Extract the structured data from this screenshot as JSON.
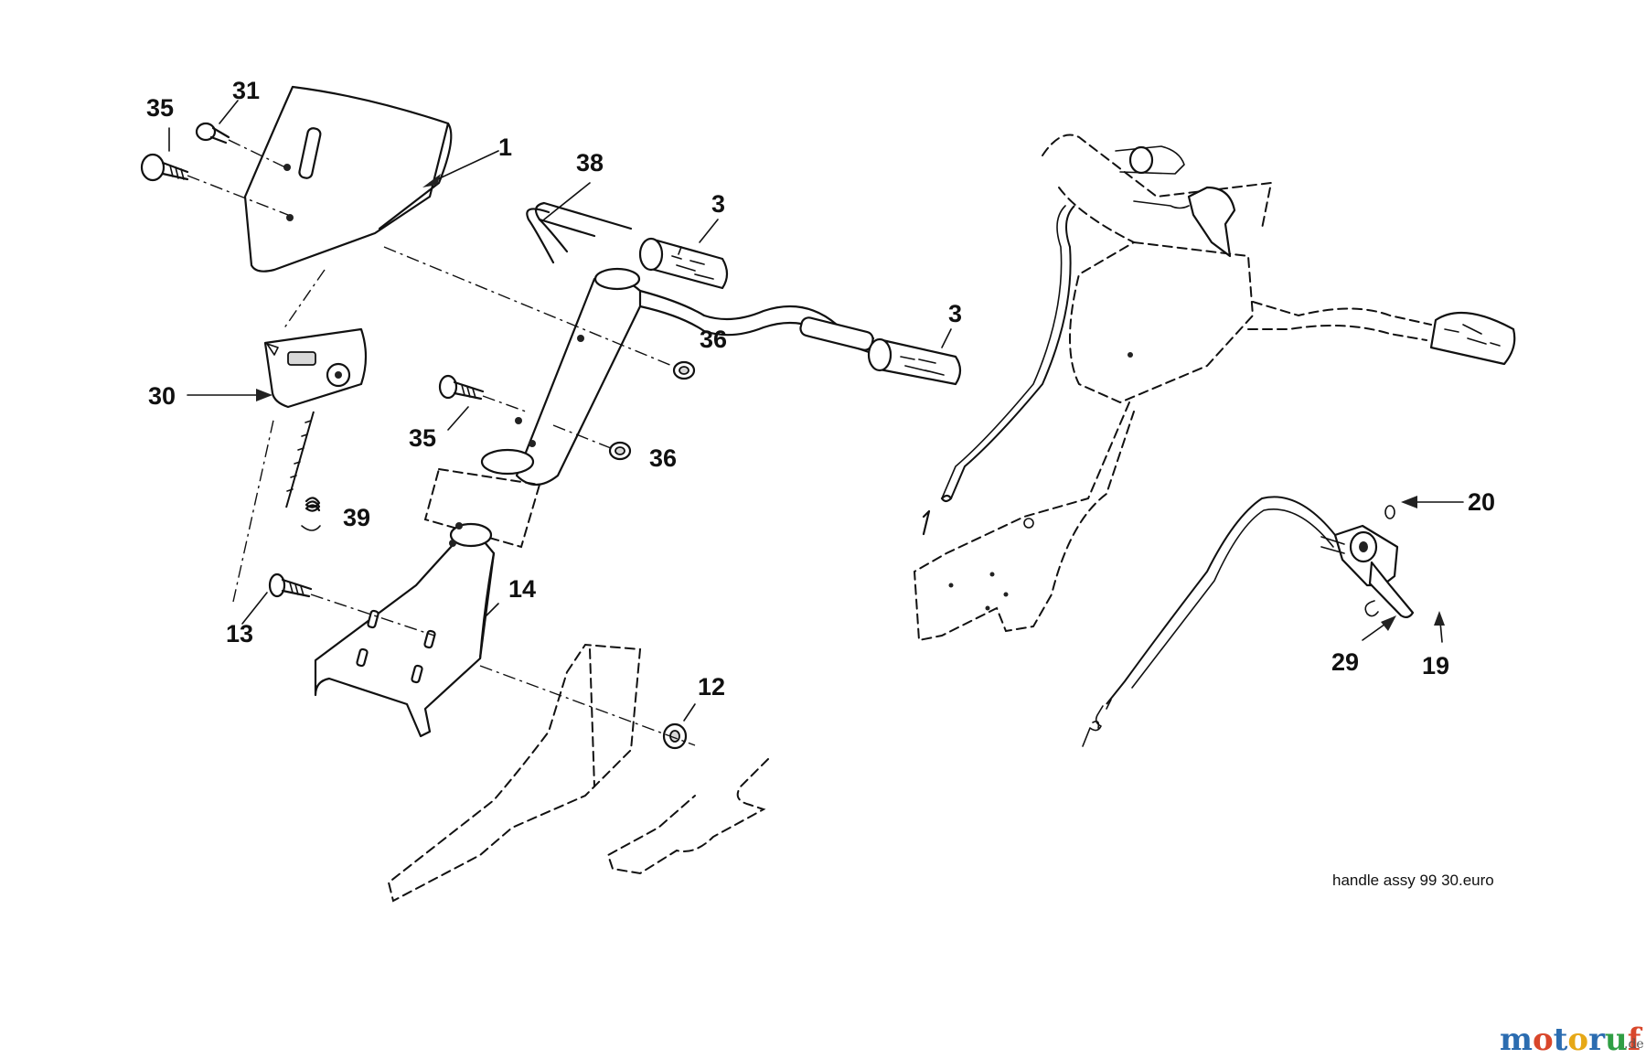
{
  "callouts": [
    {
      "id": "c35a",
      "label": "35"
    },
    {
      "id": "c31",
      "label": "31"
    },
    {
      "id": "c1",
      "label": "1"
    },
    {
      "id": "c38",
      "label": "38"
    },
    {
      "id": "c3a",
      "label": "3"
    },
    {
      "id": "c3b",
      "label": "3"
    },
    {
      "id": "c36a",
      "label": "36"
    },
    {
      "id": "c30",
      "label": "30"
    },
    {
      "id": "c35b",
      "label": "35"
    },
    {
      "id": "c36b",
      "label": "36"
    },
    {
      "id": "c39",
      "label": "39"
    },
    {
      "id": "c14",
      "label": "14"
    },
    {
      "id": "c13",
      "label": "13"
    },
    {
      "id": "c12",
      "label": "12"
    },
    {
      "id": "c20",
      "label": "20"
    },
    {
      "id": "c29",
      "label": "29"
    },
    {
      "id": "c19",
      "label": "19"
    }
  ],
  "caption": "handle assy 99 30.euro",
  "watermark": {
    "brand": "motoruf",
    "suffix": ".de",
    "colors": [
      "#2b6cb0",
      "#d9472b",
      "#e6a817",
      "#2f9e44"
    ]
  }
}
